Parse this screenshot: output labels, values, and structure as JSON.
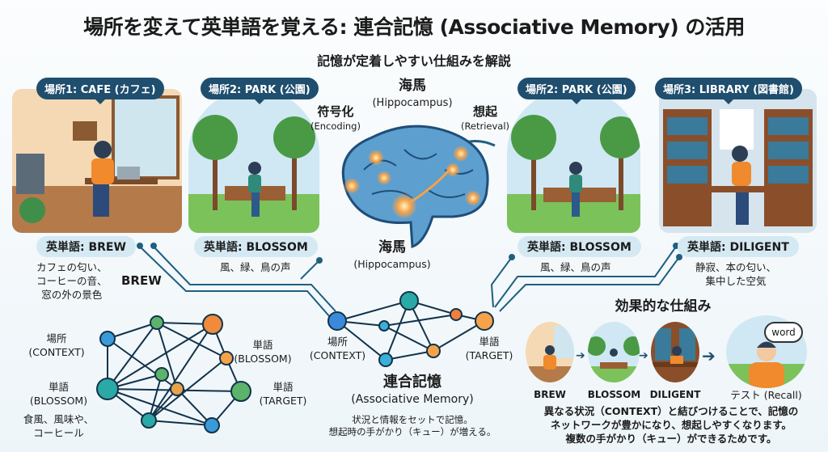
{
  "title": "場所を変えて英単語を覚える: 連合記憶 (Associative Memory) の活用",
  "subtitle": "記憶が定着しやすい仕組みを解説",
  "panels": [
    {
      "place": "場所1: CAFE (カフェ)",
      "word": "英単語: BREW",
      "desc": [
        "カフェの匂い、",
        "コーヒーの音、",
        "窓の外の景色"
      ],
      "extra": "BREW"
    },
    {
      "place": "場所2: PARK (公園)",
      "word": "英単語: BLOSSOM",
      "desc": [
        "風、緑、鳥の声"
      ]
    },
    {
      "place": "場所2: PARK (公園)",
      "word": "英単語: BLOSSOM",
      "desc": [
        "風、緑、鳥の声"
      ]
    },
    {
      "place": "場所3: LIBRARY (図書館)",
      "word": "英単語: DILIGENT",
      "desc": [
        "静寂、本の匂い、",
        "集中した空気"
      ]
    }
  ],
  "brain": {
    "top_label": "海馬",
    "top_sub": "(Hippocampus)",
    "encoding": "符号化",
    "encoding_sub": "(Encoding)",
    "retrieval": "想起",
    "retrieval_sub": "(Retrieval)",
    "bottom_label": "海馬",
    "bottom_sub": "(Hippocampus)"
  },
  "left_network": {
    "context": "場所",
    "context_sub": "(CONTEXT)",
    "blossom1": "単語",
    "blossom1_sub": "(BLOSSOM)",
    "blossom2": "単語",
    "blossom2_sub": "(BLOSSOM)",
    "target": "単語",
    "target_sub": "(TARGET)",
    "note": [
      "食風、風味や、",
      "コーヒール"
    ]
  },
  "center_network": {
    "context": "場所",
    "context_sub": "(CONTEXT)",
    "target": "単語",
    "target_sub": "(TARGET)",
    "title": "連合記憶",
    "title_sub": "(Associative Memory)",
    "desc": [
      "状況と情報をセットで記憶。",
      "想起時の手がかり（キュー）が増える。"
    ]
  },
  "effective": {
    "title": "効果的な仕組み",
    "steps": [
      "BREW",
      "BLOSSOM",
      "DILIGENT",
      "テスト (Recall)"
    ],
    "bubble": "word",
    "desc": [
      "異なる状況（CONTEXT）と結びつけることで、記憶の",
      "ネットワークが豊かになり、想起しやすくなります。",
      "複数の手がかり（キュー）ができるためです。"
    ]
  },
  "colors": {
    "navy": "#1f4e6e",
    "pill_light": "#d5e9f3",
    "orange": "#f39a45",
    "teal": "#2aa9a6",
    "blue": "#3a9ad9",
    "green": "#5cb36a"
  }
}
